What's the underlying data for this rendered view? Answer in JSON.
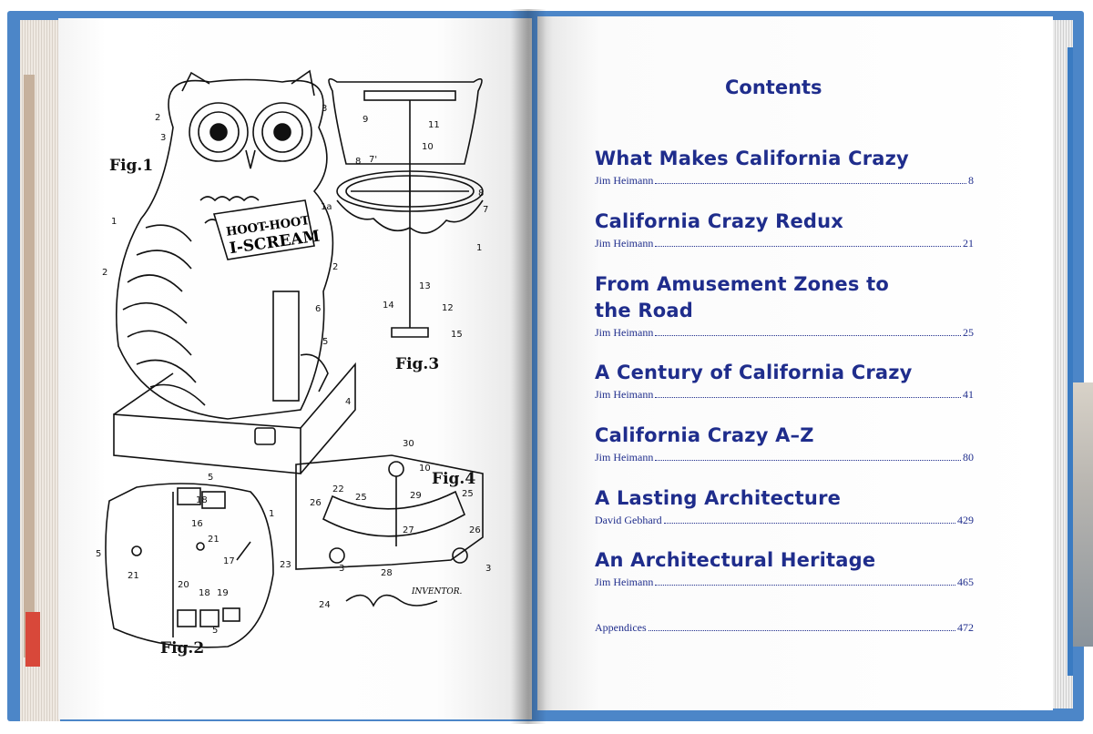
{
  "left_page": {
    "fig_labels": [
      "Fig.1",
      "Fig.3",
      "Fig.2",
      "Fig.4"
    ],
    "sign_text": "HOOT-HOOT\nI-SCREAM",
    "inventor_label": "INVENTOR."
  },
  "right_page": {
    "title": "Contents",
    "entries": [
      {
        "title": "What Makes California Crazy",
        "author": "Jim Heimann",
        "page": "8"
      },
      {
        "title": "California Crazy Redux",
        "author": "Jim Heimann",
        "page": "21"
      },
      {
        "title": "From Amusement Zones to the Road",
        "author": "Jim Heimann",
        "page": "25"
      },
      {
        "title": "A Century of California Crazy",
        "author": "Jim Heimann",
        "page": "41"
      },
      {
        "title": "California Crazy A–Z",
        "author": "Jim Heimann",
        "page": "80"
      },
      {
        "title": "A Lasting Architecture",
        "author": "David Gebhard",
        "page": "429"
      },
      {
        "title": "An Architectural Heritage",
        "author": "Jim Heimann",
        "page": "465"
      }
    ],
    "appendices": {
      "label": "Appendices",
      "page": "472"
    }
  },
  "colors": {
    "ink": "#1f2d8c",
    "cover": "#4c86c8"
  }
}
